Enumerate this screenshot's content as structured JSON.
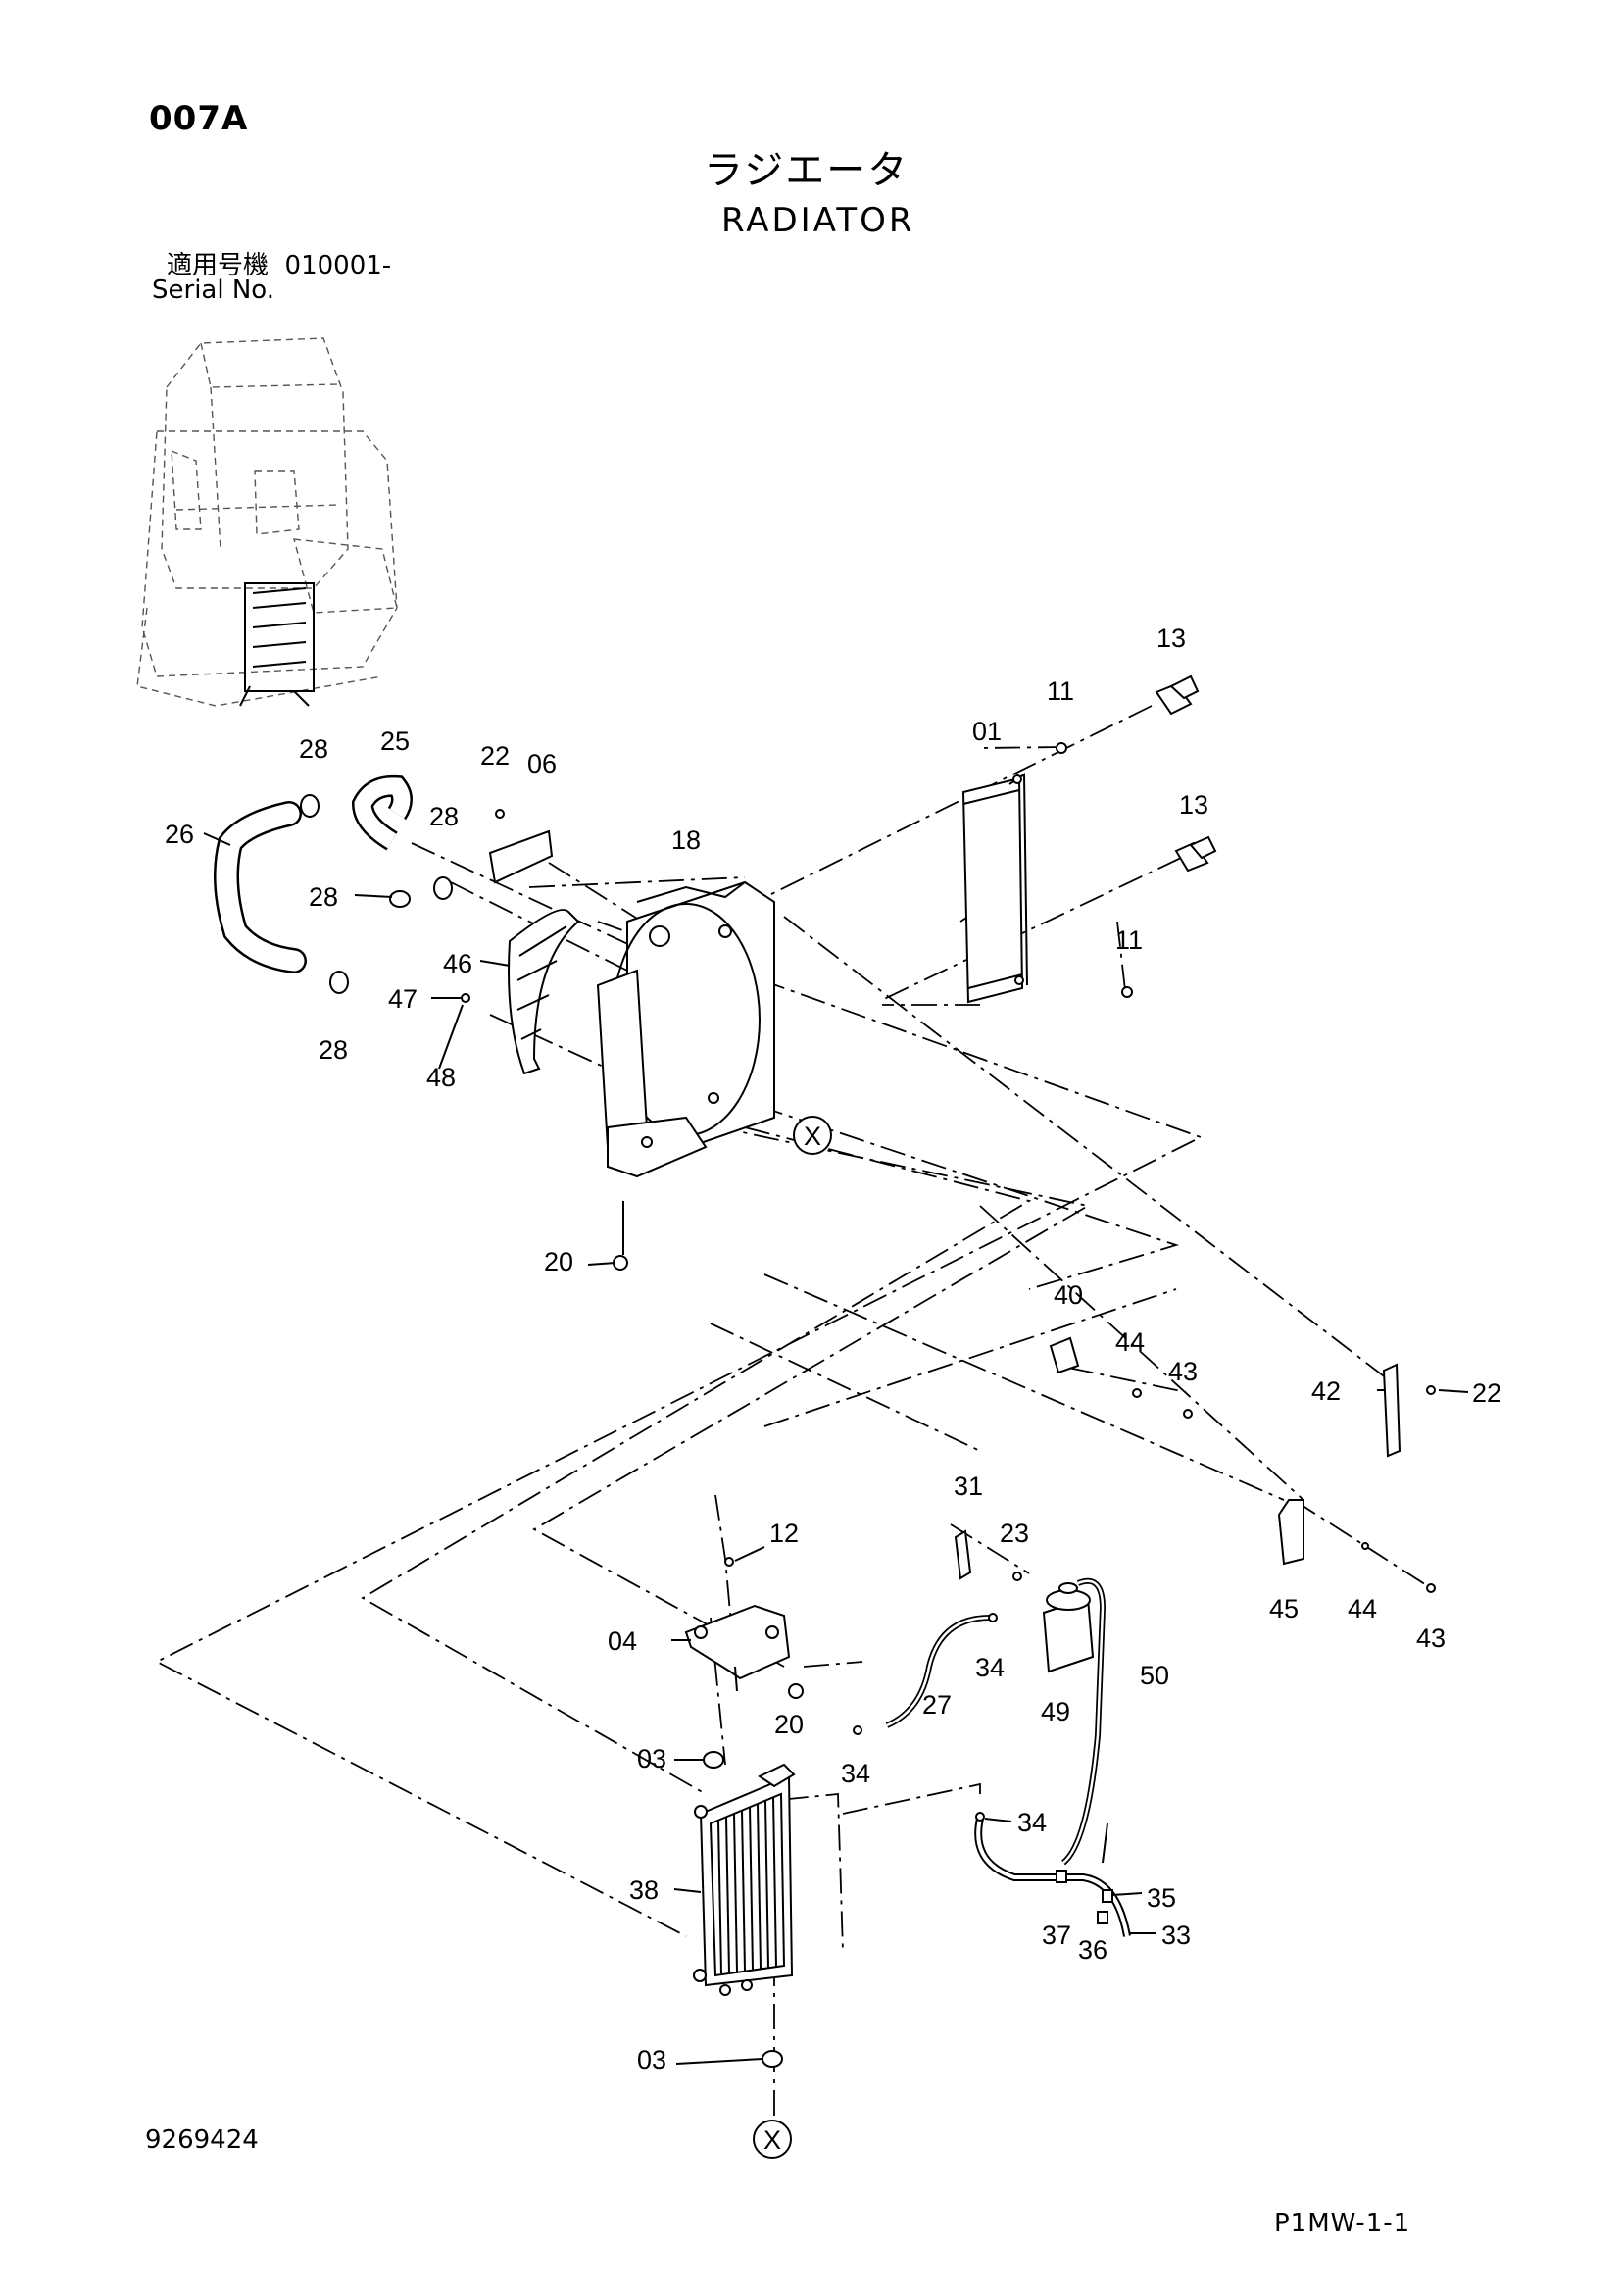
{
  "header": {
    "page_code": "007A",
    "title_jp": "ラジエータ",
    "title_en": "RADIATOR",
    "serial_label_jp": "適用号機",
    "serial_value": "010001-",
    "serial_label_en": "Serial No."
  },
  "footer": {
    "document_number": "9269424",
    "page_reference": "P1MW-1-1"
  },
  "callouts": {
    "c01": "01",
    "c03a": "03",
    "c03b": "03",
    "c04": "04",
    "c06": "06",
    "c11a": "11",
    "c11b": "11",
    "c12": "12",
    "c13a": "13",
    "c13b": "13",
    "c18": "18",
    "c20a": "20",
    "c20b": "20",
    "c22a": "22",
    "c22b": "22",
    "c23": "23",
    "c25": "25",
    "c26": "26",
    "c27": "27",
    "c28a": "28",
    "c28b": "28",
    "c28c": "28",
    "c28d": "28",
    "c31": "31",
    "c33": "33",
    "c34a": "34",
    "c34b": "34",
    "c34c": "34",
    "c35": "35",
    "c36": "36",
    "c37": "37",
    "c38": "38",
    "c40": "40",
    "c42": "42",
    "c43a": "43",
    "c43b": "43",
    "c44a": "44",
    "c44b": "44",
    "c45": "45",
    "c46": "46",
    "c47": "47",
    "c48": "48",
    "c49": "49",
    "c50": "50"
  },
  "reference_markers": {
    "x1": "X",
    "x2": "X"
  }
}
